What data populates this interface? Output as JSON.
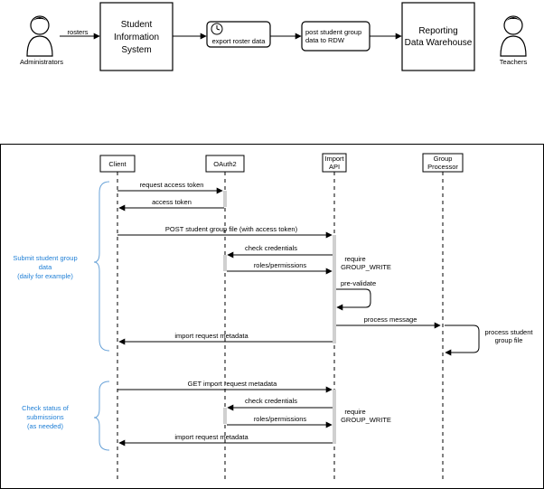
{
  "top_flow": {
    "actors": [
      {
        "label": "Administrators"
      },
      {
        "label": "Teachers"
      }
    ],
    "edge_rosters": "rosters",
    "sis": {
      "lines": [
        "Student",
        "Information",
        "System"
      ]
    },
    "task_export": {
      "label": "export roster data"
    },
    "task_post": {
      "lines": [
        "post student group",
        "data to RDW"
      ]
    },
    "rdw": {
      "lines": [
        "Reporting",
        "Data Warehouse"
      ]
    }
  },
  "sequence": {
    "participants": [
      {
        "lines": [
          "Client"
        ]
      },
      {
        "lines": [
          "OAuth2"
        ]
      },
      {
        "lines": [
          "Import",
          "API"
        ]
      },
      {
        "lines": [
          "Group",
          "Processor"
        ]
      }
    ],
    "groups": [
      {
        "lines": [
          "Submit student group",
          "data",
          "(daily for example)"
        ]
      },
      {
        "lines": [
          "Check status of",
          "submissions",
          "(as needed)"
        ]
      }
    ],
    "messages": [
      {
        "label": "request access token"
      },
      {
        "label": "access token"
      },
      {
        "label": "POST student group file (with access token)"
      },
      {
        "label": "check credentials"
      },
      {
        "label": "roles/permissions"
      },
      {
        "label": "pre-validate"
      },
      {
        "label": "process message"
      },
      {
        "label": "import request metadata"
      },
      {
        "label": "GET import request metadata"
      },
      {
        "label": "check credentials"
      },
      {
        "label": "roles/permissions"
      },
      {
        "label": "import request metadata"
      }
    ],
    "notes": [
      {
        "lines": [
          "require",
          "GROUP_WRITE"
        ]
      },
      {
        "lines": [
          "require",
          "GROUP_WRITE"
        ]
      },
      {
        "lines": [
          "process student",
          "group file"
        ]
      }
    ]
  }
}
